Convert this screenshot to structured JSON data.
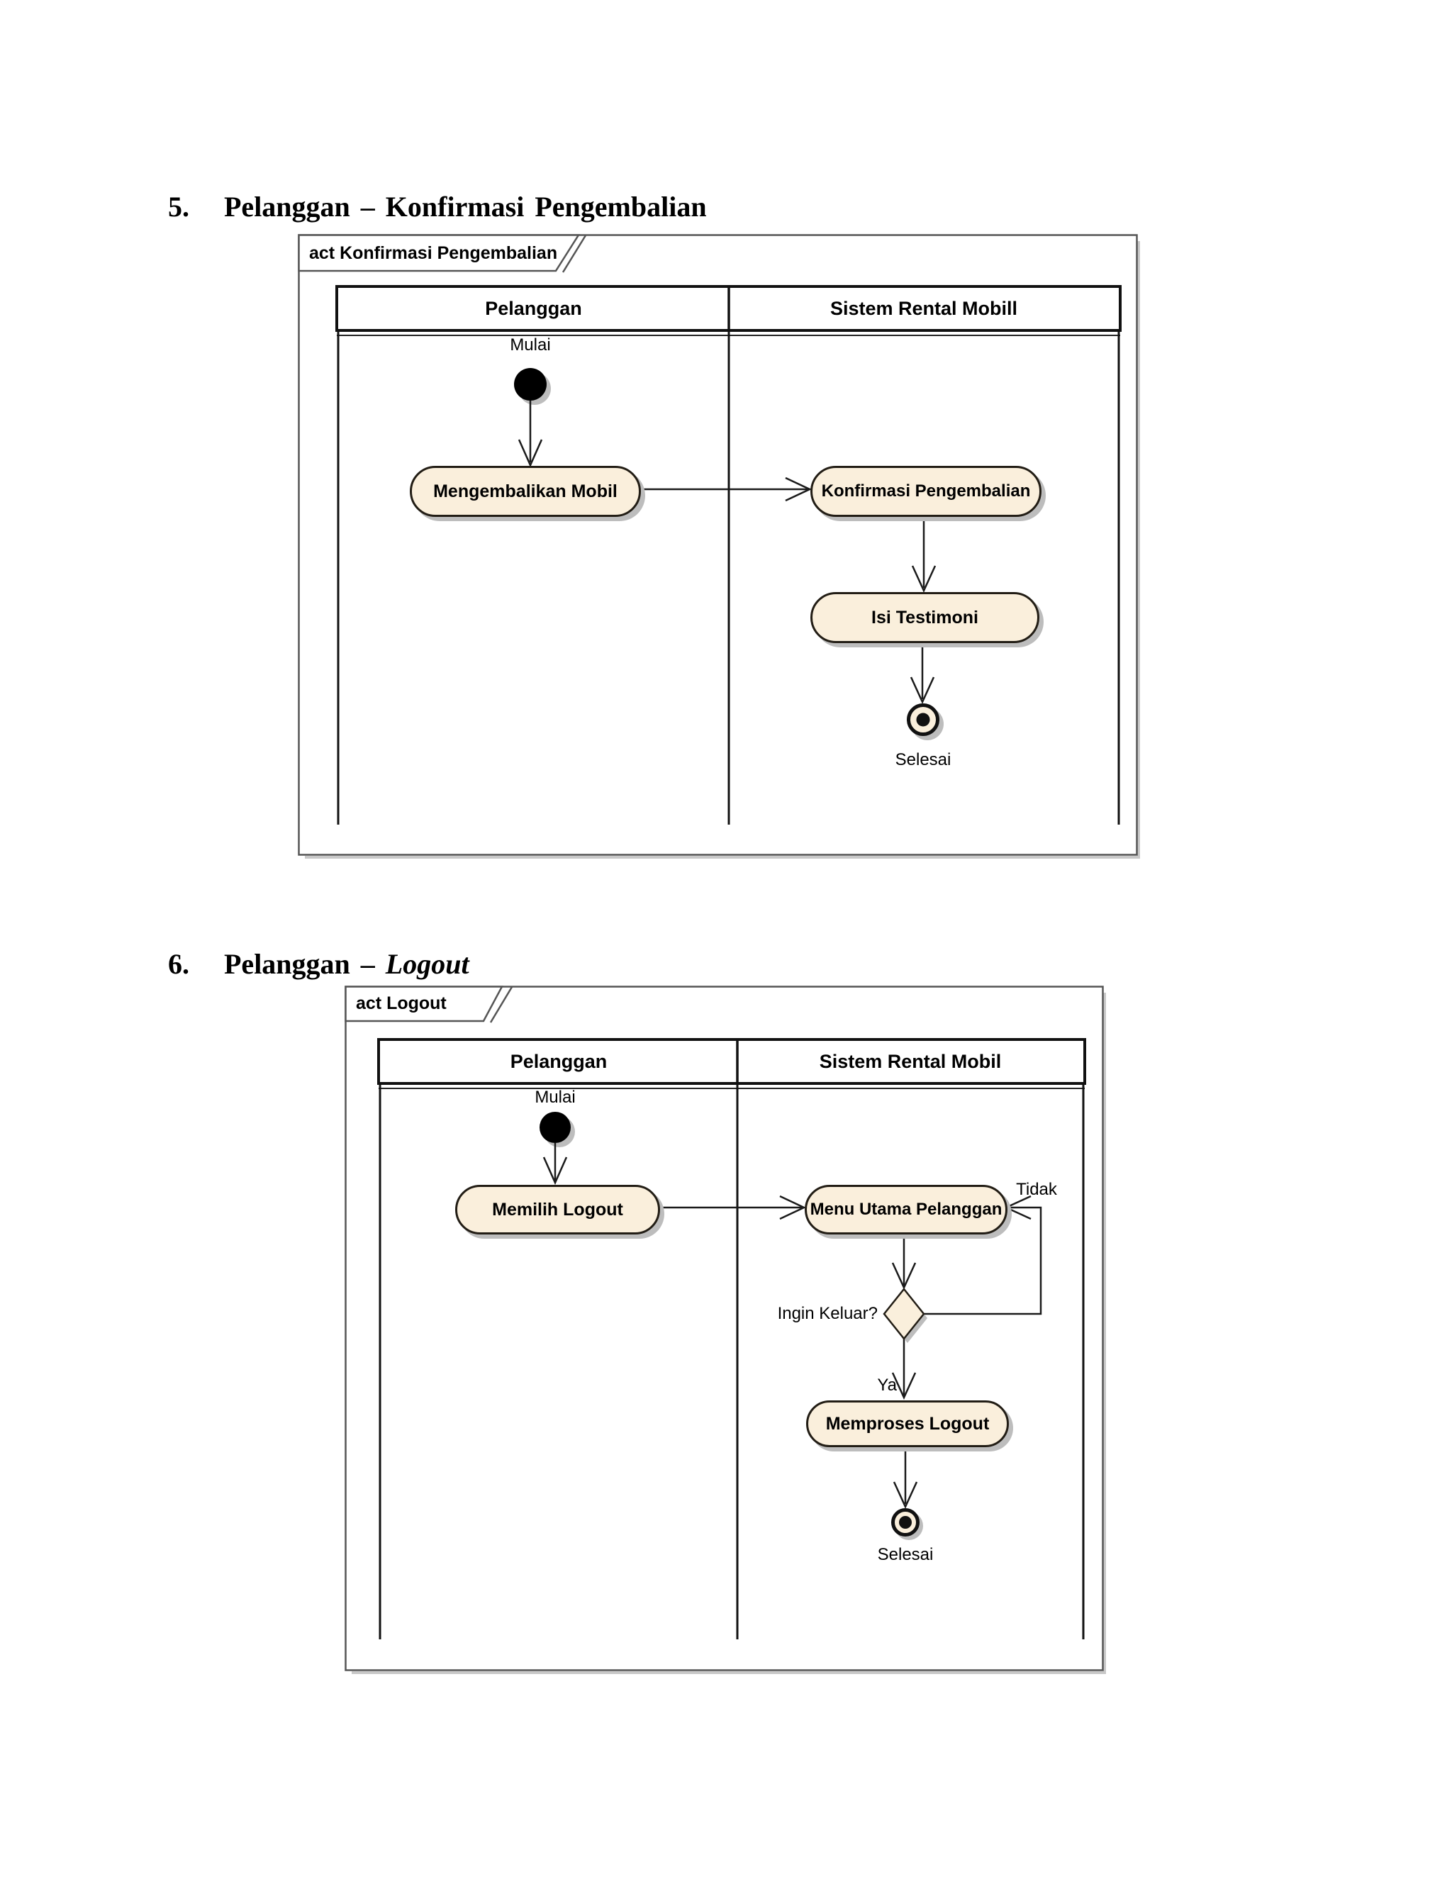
{
  "headings": {
    "h5": {
      "number": "5.",
      "title": "Pelanggan – Konfirmasi Pengembalian"
    },
    "h6": {
      "number": "6.",
      "title_prefix": "Pelanggan – ",
      "title_italic": "Logout"
    }
  },
  "colors": {
    "activity_fill": "#FAEFDC",
    "activity_border": "#221D15",
    "flow_line": "#1A1A1A",
    "shadow": "#BDBDBD",
    "frame_border": "#555555",
    "lane_border": "#111111",
    "background": "#FFFFFF"
  },
  "diagram1": {
    "frame_label": "act Konfirmasi Pengembalian",
    "lane_left": "Pelanggan",
    "lane_right": "Sistem Rental Mobill",
    "start_label": "Mulai",
    "activity1": "Mengembalikan Mobil",
    "activity2": "Konfirmasi Pengembalian",
    "activity3": "Isi Testimoni",
    "end_label": "Selesai"
  },
  "diagram2": {
    "frame_label": "act Logout",
    "lane_left": "Pelanggan",
    "lane_right": "Sistem Rental Mobil",
    "start_label": "Mulai",
    "activity1": "Memilih Logout",
    "activity2": "Menu Utama Pelanggan",
    "decision_label": "Ingin Keluar?",
    "branch_no": "Tidak",
    "branch_yes": "Ya",
    "activity3": "Memproses Logout",
    "end_label": "Selesai"
  }
}
